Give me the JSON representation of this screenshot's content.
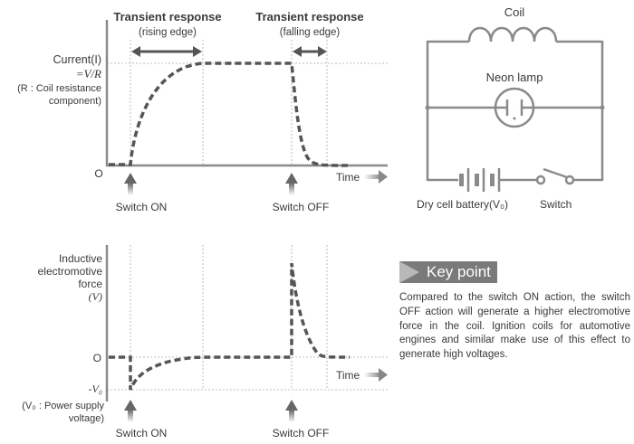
{
  "top_chart": {
    "header_rising": {
      "title": "Transient response",
      "sub": "(rising edge)"
    },
    "header_falling": {
      "title": "Transient response",
      "sub": "(falling edge)"
    },
    "ylabel_lines": [
      "Current(I)",
      "=V/R",
      "(R : Coil resistance",
      "component)"
    ],
    "origin": "O",
    "time_label": "Time",
    "switch_on": "Switch ON",
    "switch_off": "Switch OFF"
  },
  "bottom_chart": {
    "ylabel_lines": [
      "Inductive",
      "electromotive",
      "force",
      "(V)"
    ],
    "zero_label": "O",
    "neg_label": "-V₀",
    "note_lines": [
      "(V₀ : Power supply",
      "voltage)"
    ],
    "time_label": "Time",
    "switch_on": "Switch ON",
    "switch_off": "Switch OFF"
  },
  "circuit": {
    "coil": "Coil",
    "lamp": "Neon lamp",
    "battery": "Dry cell battery(V₀)",
    "switch": "Switch"
  },
  "key_point": {
    "title": "Key point",
    "text": "Compared to the switch ON action, the switch OFF action will generate a higher electromotive force in the coil. Ignition coils for automotive engines and similar make use of this effect to generate high voltages."
  },
  "colors": {
    "line": "#555555",
    "axis": "#8a8a8a",
    "grid": "#aaaaaa",
    "key_bg": "#7a7a7a"
  }
}
